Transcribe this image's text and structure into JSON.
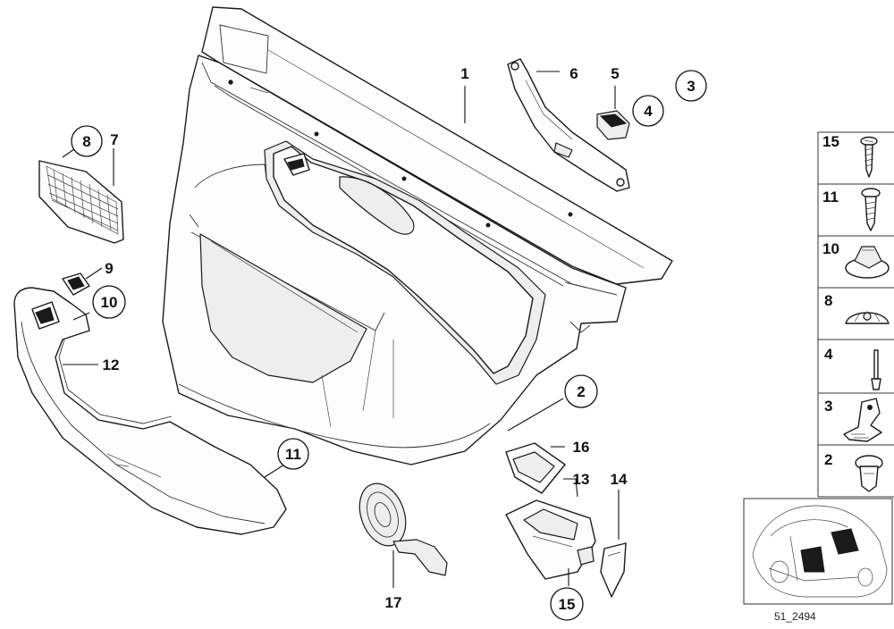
{
  "diagram": {
    "reference_code": "51_2494",
    "callouts": [
      "1",
      "2",
      "3",
      "4",
      "5",
      "6",
      "7",
      "8",
      "9",
      "10",
      "11",
      "12",
      "13",
      "14",
      "15",
      "16",
      "17"
    ],
    "circled_callouts": [
      "2",
      "3",
      "4",
      "8",
      "10",
      "11",
      "15"
    ],
    "legend_numbers": [
      "15",
      "11",
      "10",
      "8",
      "4",
      "3",
      "2"
    ]
  }
}
